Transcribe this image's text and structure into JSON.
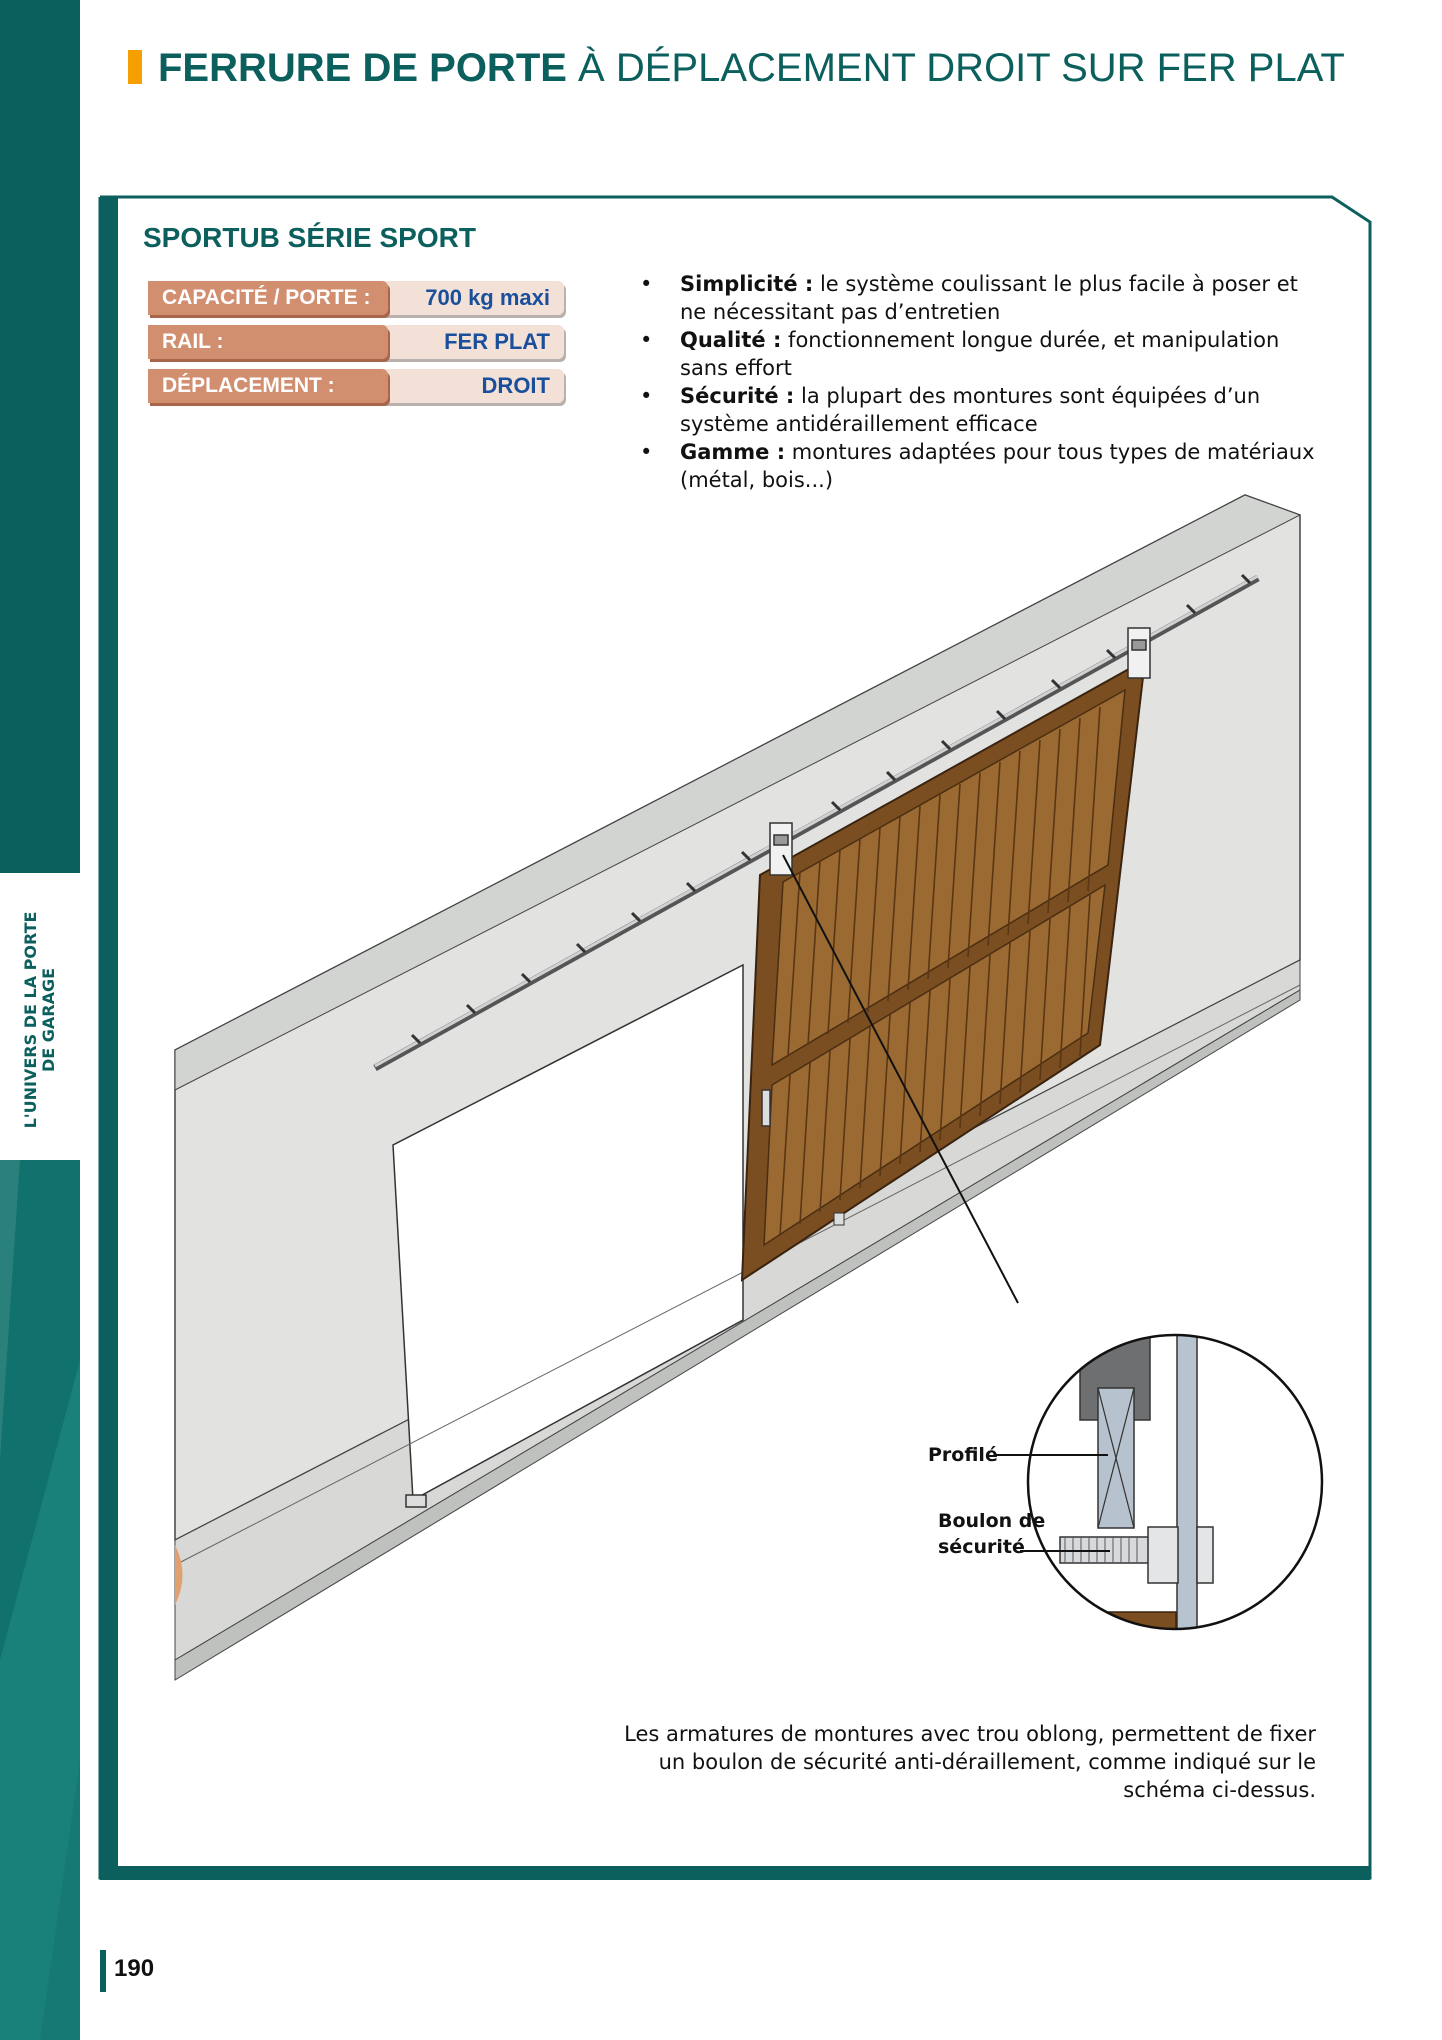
{
  "sidebar": {
    "line1": "L'UNIVERS DE LA PORTE",
    "line2": "DE GARAGE"
  },
  "header": {
    "title_bold": "FERRURE DE PORTE",
    "title_rest": " À DÉPLACEMENT DROIT SUR FER PLAT"
  },
  "product": {
    "name": "SPORTUB  SÉRIE SPORT"
  },
  "specs": [
    {
      "label": "CAPACITÉ / PORTE :",
      "value": "700 kg maxi"
    },
    {
      "label": "RAIL :",
      "value": "FER PLAT"
    },
    {
      "label": "DÉPLACEMENT :",
      "value": "DROIT"
    }
  ],
  "features": [
    {
      "title": "Simplicité :",
      "text": " le système coulissant le plus facile à poser et ne nécessitant pas d’entretien"
    },
    {
      "title": "Qualité :",
      "text": " fonctionnement longue durée, et manipulation sans effort"
    },
    {
      "title": "Sécurité :",
      "text": " la plupart des montures sont équipées d’un système antidéraillement efficace"
    },
    {
      "title": "Gamme :",
      "text": " montures adaptées pour tous types de matériaux (métal, bois...)"
    }
  ],
  "detail": {
    "label_profile": "Profilé",
    "label_bolt_1": "Boulon de",
    "label_bolt_2": "sécurité"
  },
  "caption": "Les armatures de montures avec trou oblong, permettent de fixer un boulon de sécurité anti-déraillement, comme indiqué sur le schéma ci-dessus.",
  "page_number": "190",
  "colors": {
    "teal": "#0b5f5c",
    "orange": "#f5a000",
    "spec_label": "#d28f70",
    "spec_value_text": "#1a4f9c",
    "wood": "#7b4e22"
  }
}
